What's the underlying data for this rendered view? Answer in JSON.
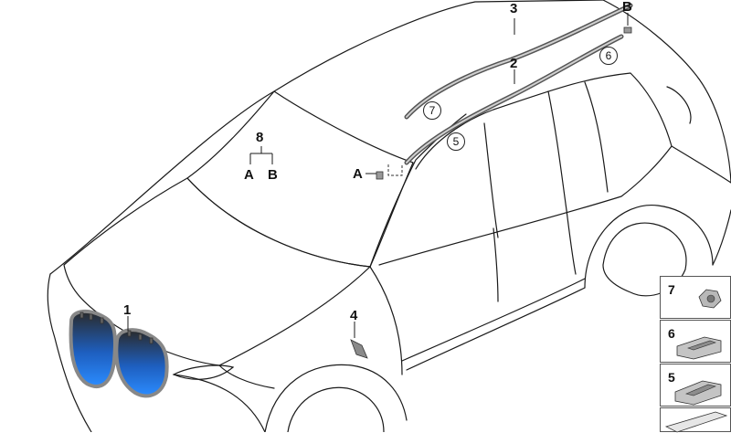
{
  "diagram": {
    "callouts": {
      "grille": "1",
      "roof_strip": "2",
      "roof_rail_trim": "3",
      "side_vent": "4",
      "variant_a_rear": "B",
      "variant_b_front": "A",
      "group": "8",
      "group_a": "A",
      "group_b": "B"
    },
    "circled": {
      "c5": "5",
      "c6": "6",
      "c7": "7"
    },
    "legend_panels": [
      {
        "number": "7",
        "part": "clip-nut-icon"
      },
      {
        "number": "6",
        "part": "clip-bracket-icon"
      },
      {
        "number": "5",
        "part": "clip-bracket-icon"
      }
    ],
    "colors": {
      "line": "#1a1a1a",
      "part_fill": "#9a9a9a",
      "highlight_blue": "#1f6fd6"
    }
  }
}
